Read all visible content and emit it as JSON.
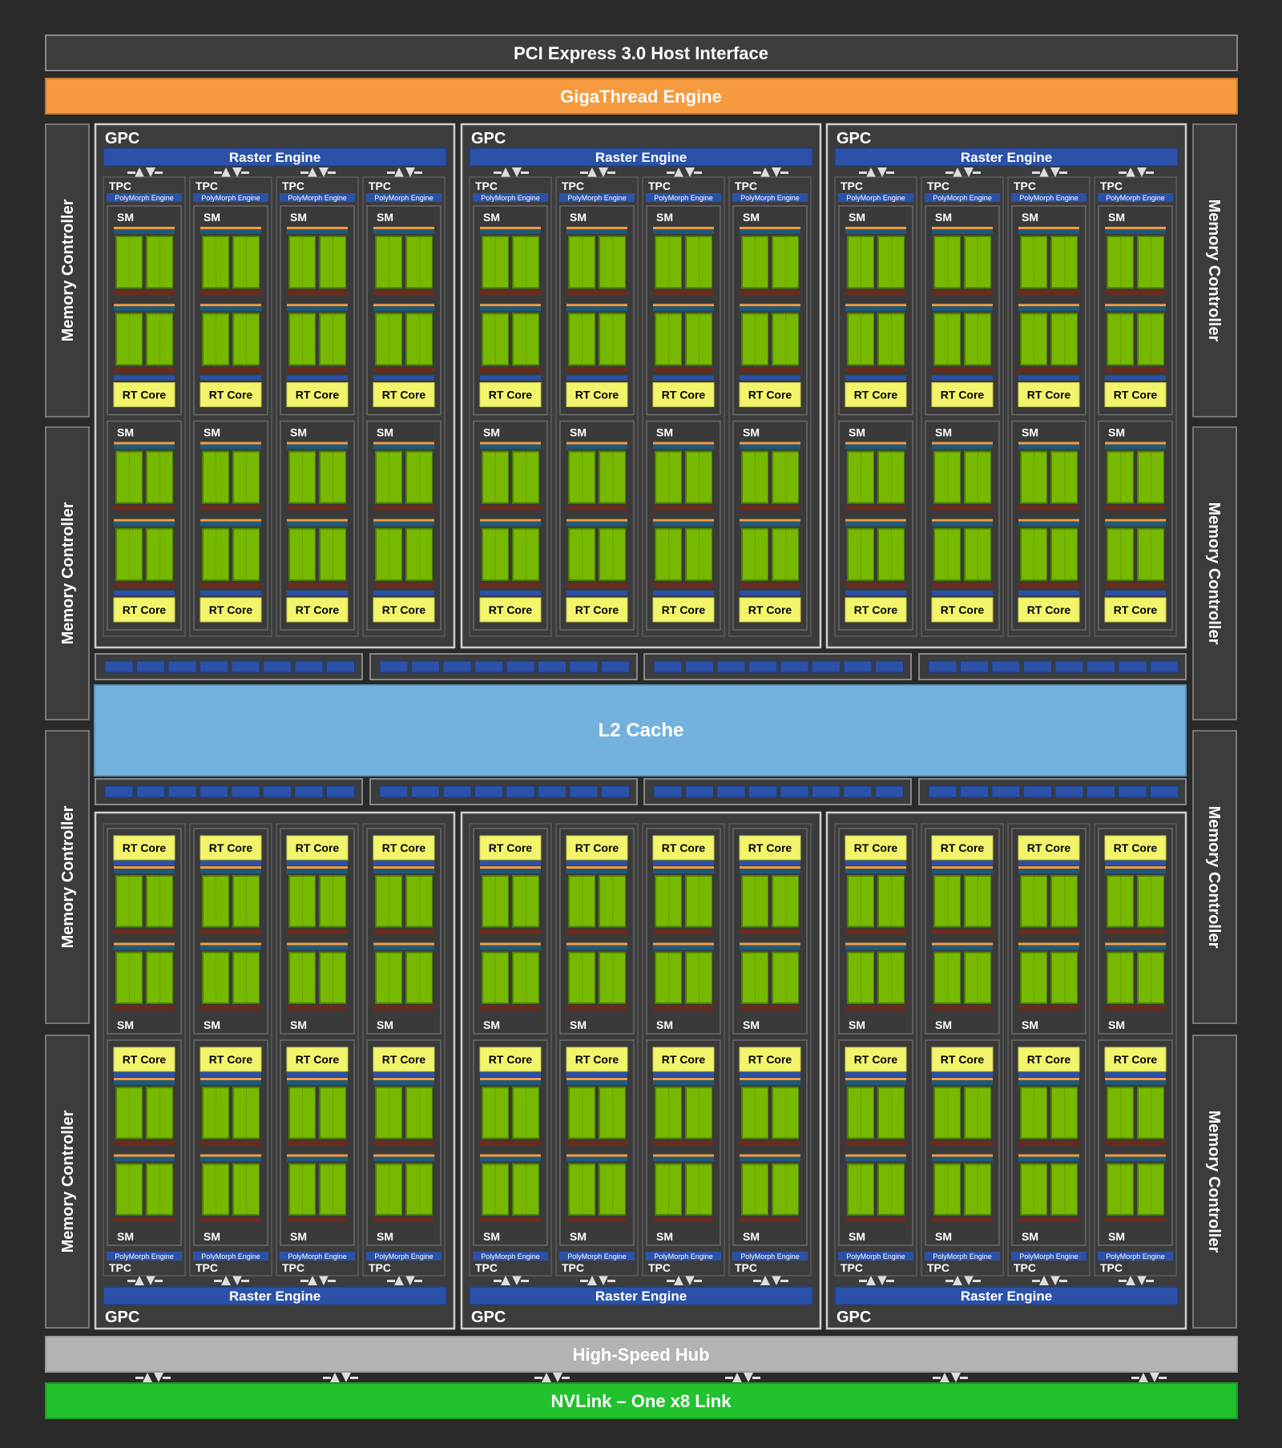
{
  "pcie_label": "PCI Express 3.0 Host Interface",
  "gigathread_label": "GigaThread Engine",
  "gpc_label": "GPC",
  "raster_label": "Raster Engine",
  "tpc_label": "TPC",
  "polymorph_label": "PolyMorph Engine",
  "sm_label": "SM",
  "rtcore_label": "RT Core",
  "memory_controller_label": "Memory Controller",
  "l2_label": "L2 Cache",
  "hub_label": "High-Speed Hub",
  "nvlink_label": "NVLink – One x8 Link",
  "colors": {
    "background": "#2a2a2a",
    "block": "#3c3c3c",
    "header": "#444444",
    "gigathread": "#f59a3f",
    "raster": "#2b52a8",
    "sm_green": "#76b900",
    "sm_dark_green": "#4f7f00",
    "rt_core": "#f2f56b",
    "l2": "#72b2dc",
    "hub": "#b3b3b3",
    "nvlink": "#22c12e",
    "crossbar": "#2b52a8"
  }
}
